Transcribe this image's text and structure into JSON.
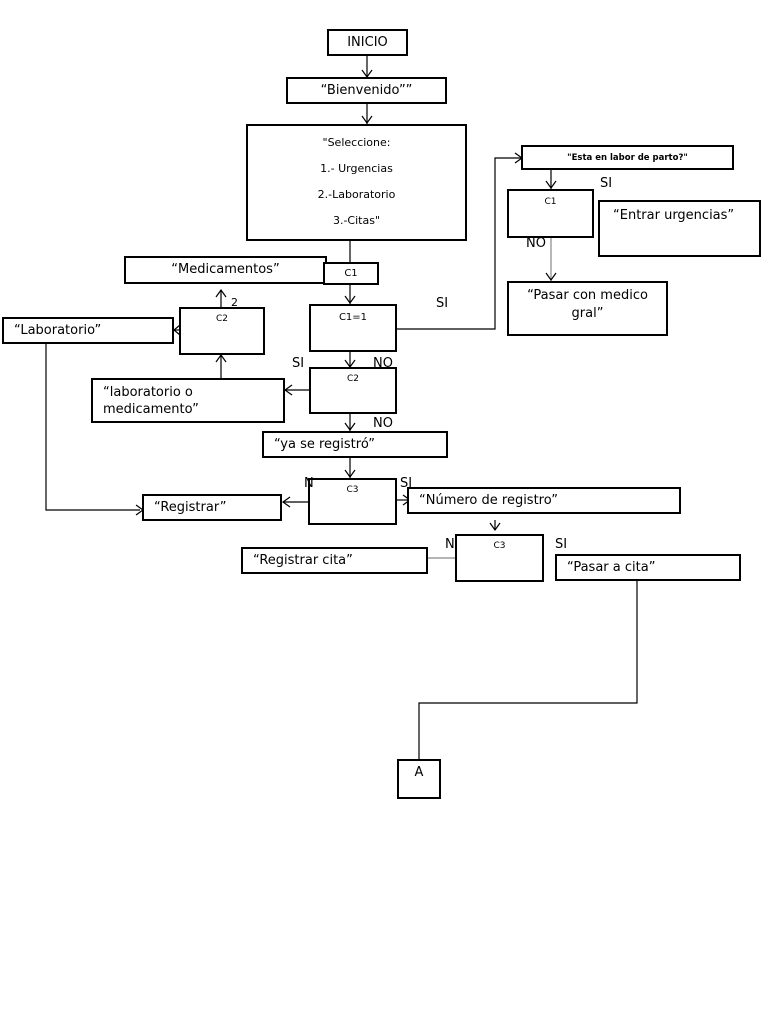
{
  "nodes": {
    "inicio": "INICIO",
    "bienvenido": "“Bienvenido””",
    "menu": {
      "line1": "\"Seleccione:",
      "line2": "1.- Urgencias",
      "line3": "2.-Laboratorio",
      "line4": "3.-Citas\""
    },
    "medicamentos": "“Medicamentos”",
    "c1_main": "C1",
    "c1_eq": "C1=1",
    "c2_top": "C2",
    "laboratorio": "“Laboratorio”",
    "c2_mid": "C2",
    "lab_o_med": "“laboratorio o medicamento”",
    "ya_registro": "“ya se registró”",
    "c3_mid": "C3",
    "registrar": "“Registrar”",
    "numero_registro": "“Número de registro”",
    "c3_low": "C3",
    "registrar_cita": "“Registrar cita”",
    "pasar_cita": "“Pasar a cita”",
    "labor_parto": "\"Esta en labor de parto?\"",
    "c1_right": "C1",
    "entrar_urgencias": "“Entrar urgencias”",
    "pasar_medico": "“Pasar con medico gral”",
    "connector_a": "A"
  },
  "labels": {
    "si_c1": "SI",
    "no_c1": "NO",
    "si_c2": "SI",
    "no_c2": "NO",
    "two": "2",
    "si_c3": "SI",
    "n_c3": "N",
    "n_c3b": "N",
    "si_c3b": "SI",
    "si_right": "SI",
    "no_right": "NO"
  }
}
